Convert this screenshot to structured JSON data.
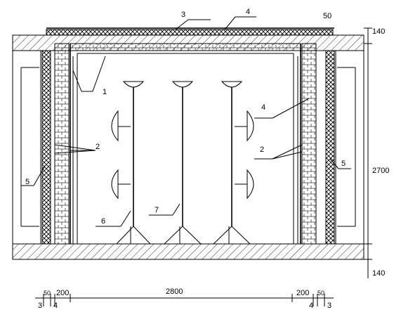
{
  "drawing": {
    "dimensions": {
      "top_offset": "50",
      "top_slab": "140",
      "height": "2700",
      "bottom_slab": "140",
      "span": "2800",
      "left_layer_a": "50",
      "left_layer_b": "200",
      "right_layer_b": "200",
      "right_layer_a": "50"
    },
    "callouts": {
      "c1": "1",
      "c2_left": "2",
      "c2_right": "2",
      "c3_top": "3",
      "c4_top": "4",
      "c4_right": "4",
      "c5_left": "5",
      "c5_right": "5",
      "c6": "6",
      "c7": "7"
    },
    "bottom_marks": {
      "l3": "3",
      "l4": "4",
      "r4": "4",
      "r3": "3"
    }
  }
}
